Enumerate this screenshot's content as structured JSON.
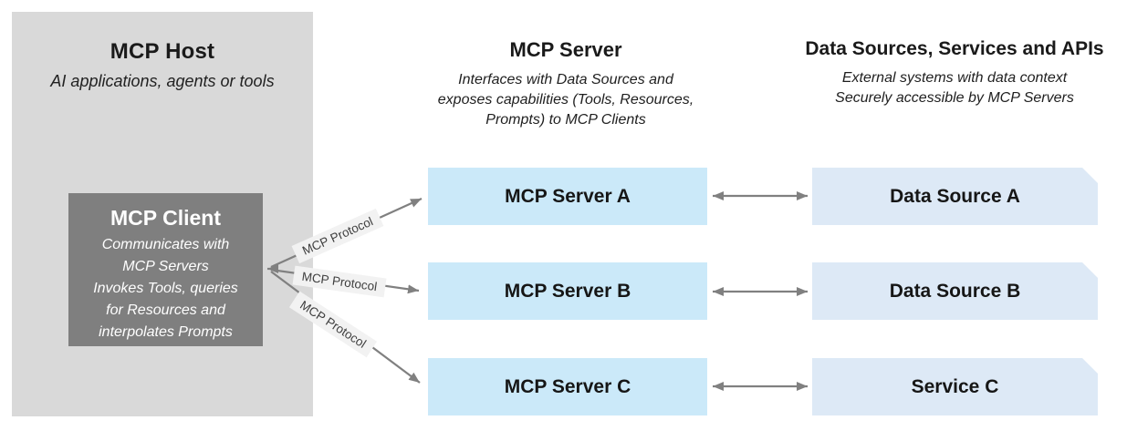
{
  "colors": {
    "host-bg": "#d9d9d9",
    "client-bg": "#7f7f7f",
    "client-text": "#ffffff",
    "server-box-bg": "#cbe9f9",
    "source-box-bg": "#dde9f6",
    "arrow": "#808080",
    "label-bg": "#f2f2f2",
    "label-text": "#3f3f3f",
    "heading-text": "#1a1a1a"
  },
  "host": {
    "title": "MCP Host",
    "subtitle": "AI applications, agents or tools",
    "client": {
      "title": "MCP Client",
      "description": "Communicates with\nMCP Servers\nInvokes Tools, queries\nfor Resources and\ninterpolates Prompts"
    }
  },
  "servers": {
    "title": "MCP Server",
    "subtitle": "Interfaces with Data Sources and\nexposes capabilities (Tools, Resources,\nPrompts) to MCP Clients",
    "items": [
      {
        "label": "MCP Server A"
      },
      {
        "label": "MCP Server B"
      },
      {
        "label": "MCP Server C"
      }
    ]
  },
  "sources": {
    "title": "Data Sources, Services and APIs",
    "subtitle": "External systems with data context\nSecurely accessible by MCP Servers",
    "items": [
      {
        "label": "Data Source A"
      },
      {
        "label": "Data Source B"
      },
      {
        "label": "Service C"
      }
    ]
  },
  "protocol": {
    "labels": [
      "MCP Protocol",
      "MCP Protocol",
      "MCP Protocol"
    ]
  }
}
